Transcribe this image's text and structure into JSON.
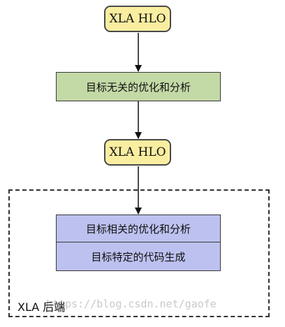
{
  "diagram": {
    "nodes": {
      "hlo_top": {
        "label": "XLA HLO",
        "fill": "#f9eea0"
      },
      "independent_opt": {
        "label": "目标无关的优化和分析",
        "fill": "#c3d9a6"
      },
      "hlo_mid": {
        "label": "XLA HLO",
        "fill": "#f9eea0"
      },
      "dependent_opt": {
        "label": "目标相关的优化和分析",
        "fill": "#bcc1ef"
      },
      "codegen": {
        "label": "目标特定的代码生成",
        "fill": "#bcc1ef"
      }
    },
    "backend_group": {
      "label": "XLA 后端"
    },
    "edges": [
      {
        "from": "hlo_top",
        "to": "independent_opt"
      },
      {
        "from": "independent_opt",
        "to": "hlo_mid"
      },
      {
        "from": "hlo_mid",
        "to": "dependent_opt"
      }
    ],
    "watermark": "https://blog.csdn.net/gaofe"
  }
}
